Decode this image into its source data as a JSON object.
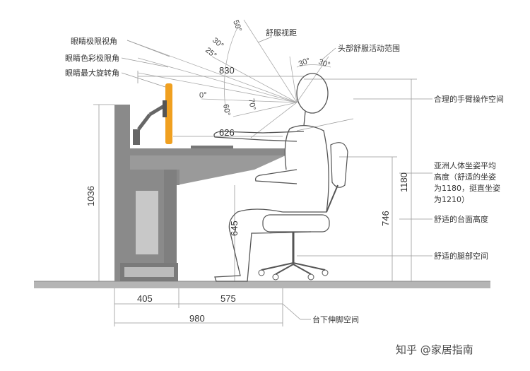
{
  "labels": {
    "eye_view_limit": "眼睛极限视角",
    "eye_color_limit": "眼睛色彩极限角",
    "eye_max_rotation": "眼睛最大旋转角",
    "comfort_sight": "舒服视距",
    "head_range": "头部舒服活动范围",
    "arm_space": "合理的手臂操作空间",
    "asian_height_1": "亚洲人体坐姿平均",
    "asian_height_2": "高度（舒适的坐姿",
    "asian_height_3": "为1180，挺直坐姿",
    "asian_height_4": "为1210）",
    "desk_height": "舒适的台面高度",
    "leg_space": "舒适的腿部空间",
    "foot_space": "台下伸脚空间"
  },
  "dimensions": {
    "d830": "830",
    "d626": "626",
    "d1036": "1036",
    "d645": "645",
    "d746": "746",
    "d1180": "1180",
    "d405": "405",
    "d575": "575",
    "d980": "980"
  },
  "angles": {
    "a50": "50°",
    "a30": "30°",
    "a25": "25°",
    "a0": "0°",
    "a60": "60°",
    "a70": "70°",
    "a30b": "30°",
    "a30c": "30°"
  },
  "watermark": "知乎 @家居指南",
  "colors": {
    "line": "#999999",
    "figure": "#555555",
    "desk": "#8a8a8a",
    "monitor": "#f0a020",
    "floor": "#b5b5b5"
  }
}
